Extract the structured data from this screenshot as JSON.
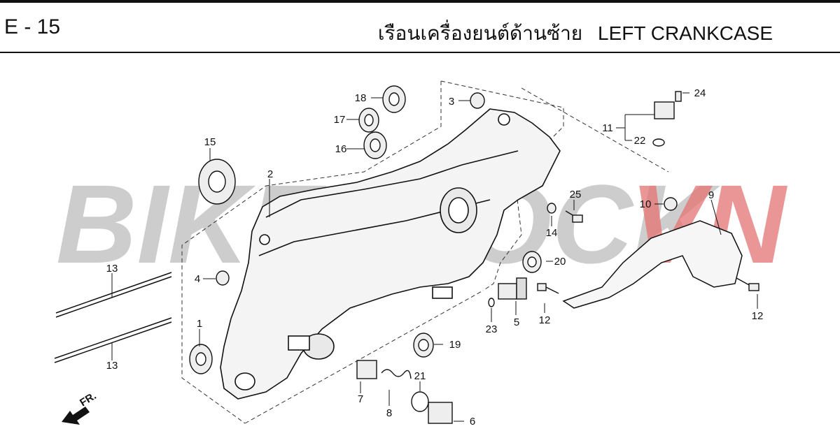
{
  "header": {
    "code": "E - 15",
    "title_th": "เรือนเครื่องยนต์ด้านซ้าย",
    "title_en": "LEFT CRANKCASE"
  },
  "watermark": {
    "part1": "BIKESTOCK",
    "part2": "VN",
    "color1": "#bdbdbd",
    "color2": "#e57373"
  },
  "direction": {
    "label": "FR."
  },
  "callouts": [
    "1",
    "2",
    "3",
    "4",
    "5",
    "6",
    "7",
    "8",
    "9",
    "10",
    "11",
    "12",
    "12",
    "13",
    "13",
    "14",
    "15",
    "16",
    "17",
    "18",
    "19",
    "20",
    "21",
    "22",
    "23",
    "24",
    "25"
  ]
}
